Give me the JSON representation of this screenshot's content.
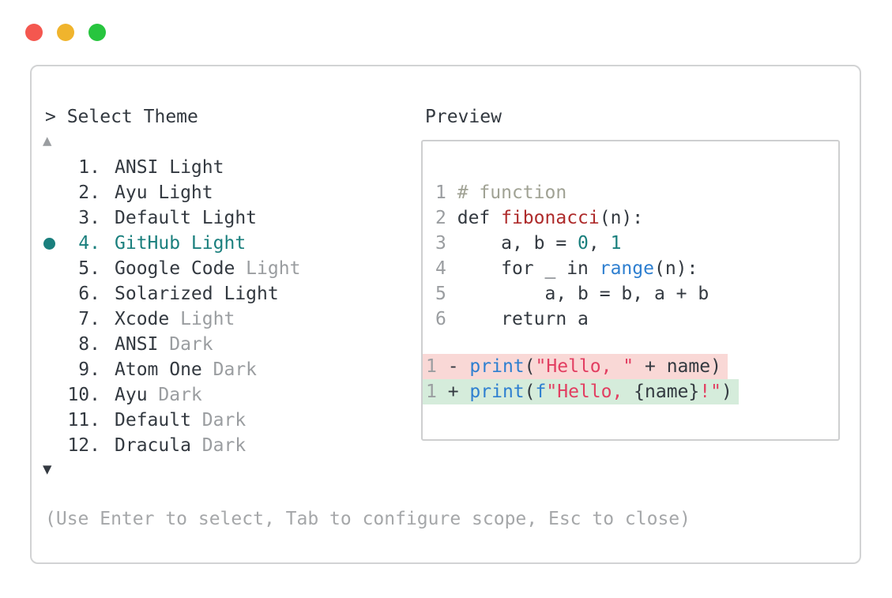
{
  "window": {
    "controls": [
      {
        "name": "close",
        "color": "#f4574f"
      },
      {
        "name": "minimize",
        "color": "#f0b42d"
      },
      {
        "name": "zoom",
        "color": "#27c53e"
      }
    ]
  },
  "header": {
    "prompt": "> Select Theme",
    "preview_label": "Preview"
  },
  "theme_list": {
    "scroll_up": "▲",
    "scroll_down": "▼",
    "selected_index": 3,
    "items": [
      {
        "number": "1.",
        "name": "ANSI Light",
        "variant": ""
      },
      {
        "number": "2.",
        "name": "Ayu Light",
        "variant": ""
      },
      {
        "number": "3.",
        "name": "Default Light",
        "variant": ""
      },
      {
        "number": "4.",
        "name": "GitHub Light",
        "variant": ""
      },
      {
        "number": "5.",
        "name": "Google Code",
        "variant": "Light"
      },
      {
        "number": "6.",
        "name": "Solarized Light",
        "variant": ""
      },
      {
        "number": "7.",
        "name": "Xcode",
        "variant": "Light"
      },
      {
        "number": "8.",
        "name": "ANSI",
        "variant": "Dark"
      },
      {
        "number": "9.",
        "name": "Atom One",
        "variant": "Dark"
      },
      {
        "number": "10.",
        "name": "Ayu",
        "variant": "Dark"
      },
      {
        "number": "11.",
        "name": "Default",
        "variant": "Dark"
      },
      {
        "number": "12.",
        "name": "Dracula",
        "variant": "Dark"
      }
    ]
  },
  "preview": {
    "code_lines": [
      {
        "number": "1",
        "tokens": [
          {
            "text": "# function",
            "type": "comment"
          }
        ]
      },
      {
        "number": "2",
        "tokens": [
          {
            "text": "def ",
            "type": "plain"
          },
          {
            "text": "fibonacci",
            "type": "function"
          },
          {
            "text": "(n):",
            "type": "plain"
          }
        ]
      },
      {
        "number": "3",
        "tokens": [
          {
            "text": "    a, b = ",
            "type": "plain"
          },
          {
            "text": "0",
            "type": "number"
          },
          {
            "text": ", ",
            "type": "plain"
          },
          {
            "text": "1",
            "type": "number"
          }
        ]
      },
      {
        "number": "4",
        "tokens": [
          {
            "text": "    for _ in ",
            "type": "plain"
          },
          {
            "text": "range",
            "type": "builtin"
          },
          {
            "text": "(n):",
            "type": "plain"
          }
        ]
      },
      {
        "number": "5",
        "tokens": [
          {
            "text": "        a, b = b, a + b",
            "type": "plain"
          }
        ]
      },
      {
        "number": "6",
        "tokens": [
          {
            "text": "    return a",
            "type": "plain"
          }
        ]
      }
    ],
    "diff_lines": [
      {
        "number": "1",
        "kind": "removed",
        "tokens": [
          {
            "text": "- ",
            "type": "plain"
          },
          {
            "text": "print",
            "type": "builtin"
          },
          {
            "text": "(",
            "type": "plain"
          },
          {
            "text": "\"Hello, \"",
            "type": "string"
          },
          {
            "text": " + name)",
            "type": "plain"
          }
        ]
      },
      {
        "number": "1",
        "kind": "added",
        "tokens": [
          {
            "text": "+ ",
            "type": "plain"
          },
          {
            "text": "print",
            "type": "builtin"
          },
          {
            "text": "(",
            "type": "plain"
          },
          {
            "text": "f",
            "type": "builtin"
          },
          {
            "text": "\"Hello, ",
            "type": "string"
          },
          {
            "text": "{name}",
            "type": "plain"
          },
          {
            "text": "!\"",
            "type": "string"
          },
          {
            "text": ")",
            "type": "plain"
          }
        ]
      }
    ]
  },
  "footer": {
    "hint": "(Use Enter to select, Tab to configure scope, Esc to close)"
  },
  "colors": {
    "accent_teal": "#1a7f7d",
    "text_dark": "#333940",
    "text_muted": "#9a9da0",
    "text_faint": "#a5a7a9",
    "comment": "#a0a294",
    "function_red": "#ae2b2b",
    "builtin_blue": "#2e7fd0",
    "string_crimson": "#e23e61",
    "removed_bg": "#f9d8d6",
    "added_bg": "#d5ecdb"
  }
}
